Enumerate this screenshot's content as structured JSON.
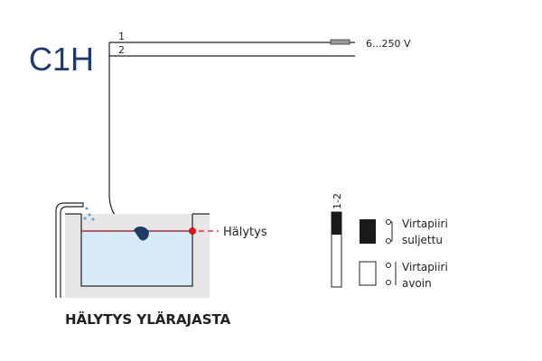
{
  "model": "C1H",
  "wire_labels": [
    "1",
    "2"
  ],
  "voltage": "6...250 V",
  "alarm_label": "Hälytys",
  "title": "HÄLYTYS YLÄRAJASTA",
  "switch_label": "1-2",
  "legend": [
    {
      "line1": "Virtapiiri",
      "line2": "suljettu",
      "state": "closed"
    },
    {
      "line1": "Virtapiiri",
      "line2": "avoin",
      "state": "open"
    }
  ],
  "colors": {
    "brand": "#1d3a6b",
    "alarm": "#e0101a",
    "water": "#d6eaf8",
    "wall": "#e6e6e6",
    "float": "#1e3a66"
  }
}
